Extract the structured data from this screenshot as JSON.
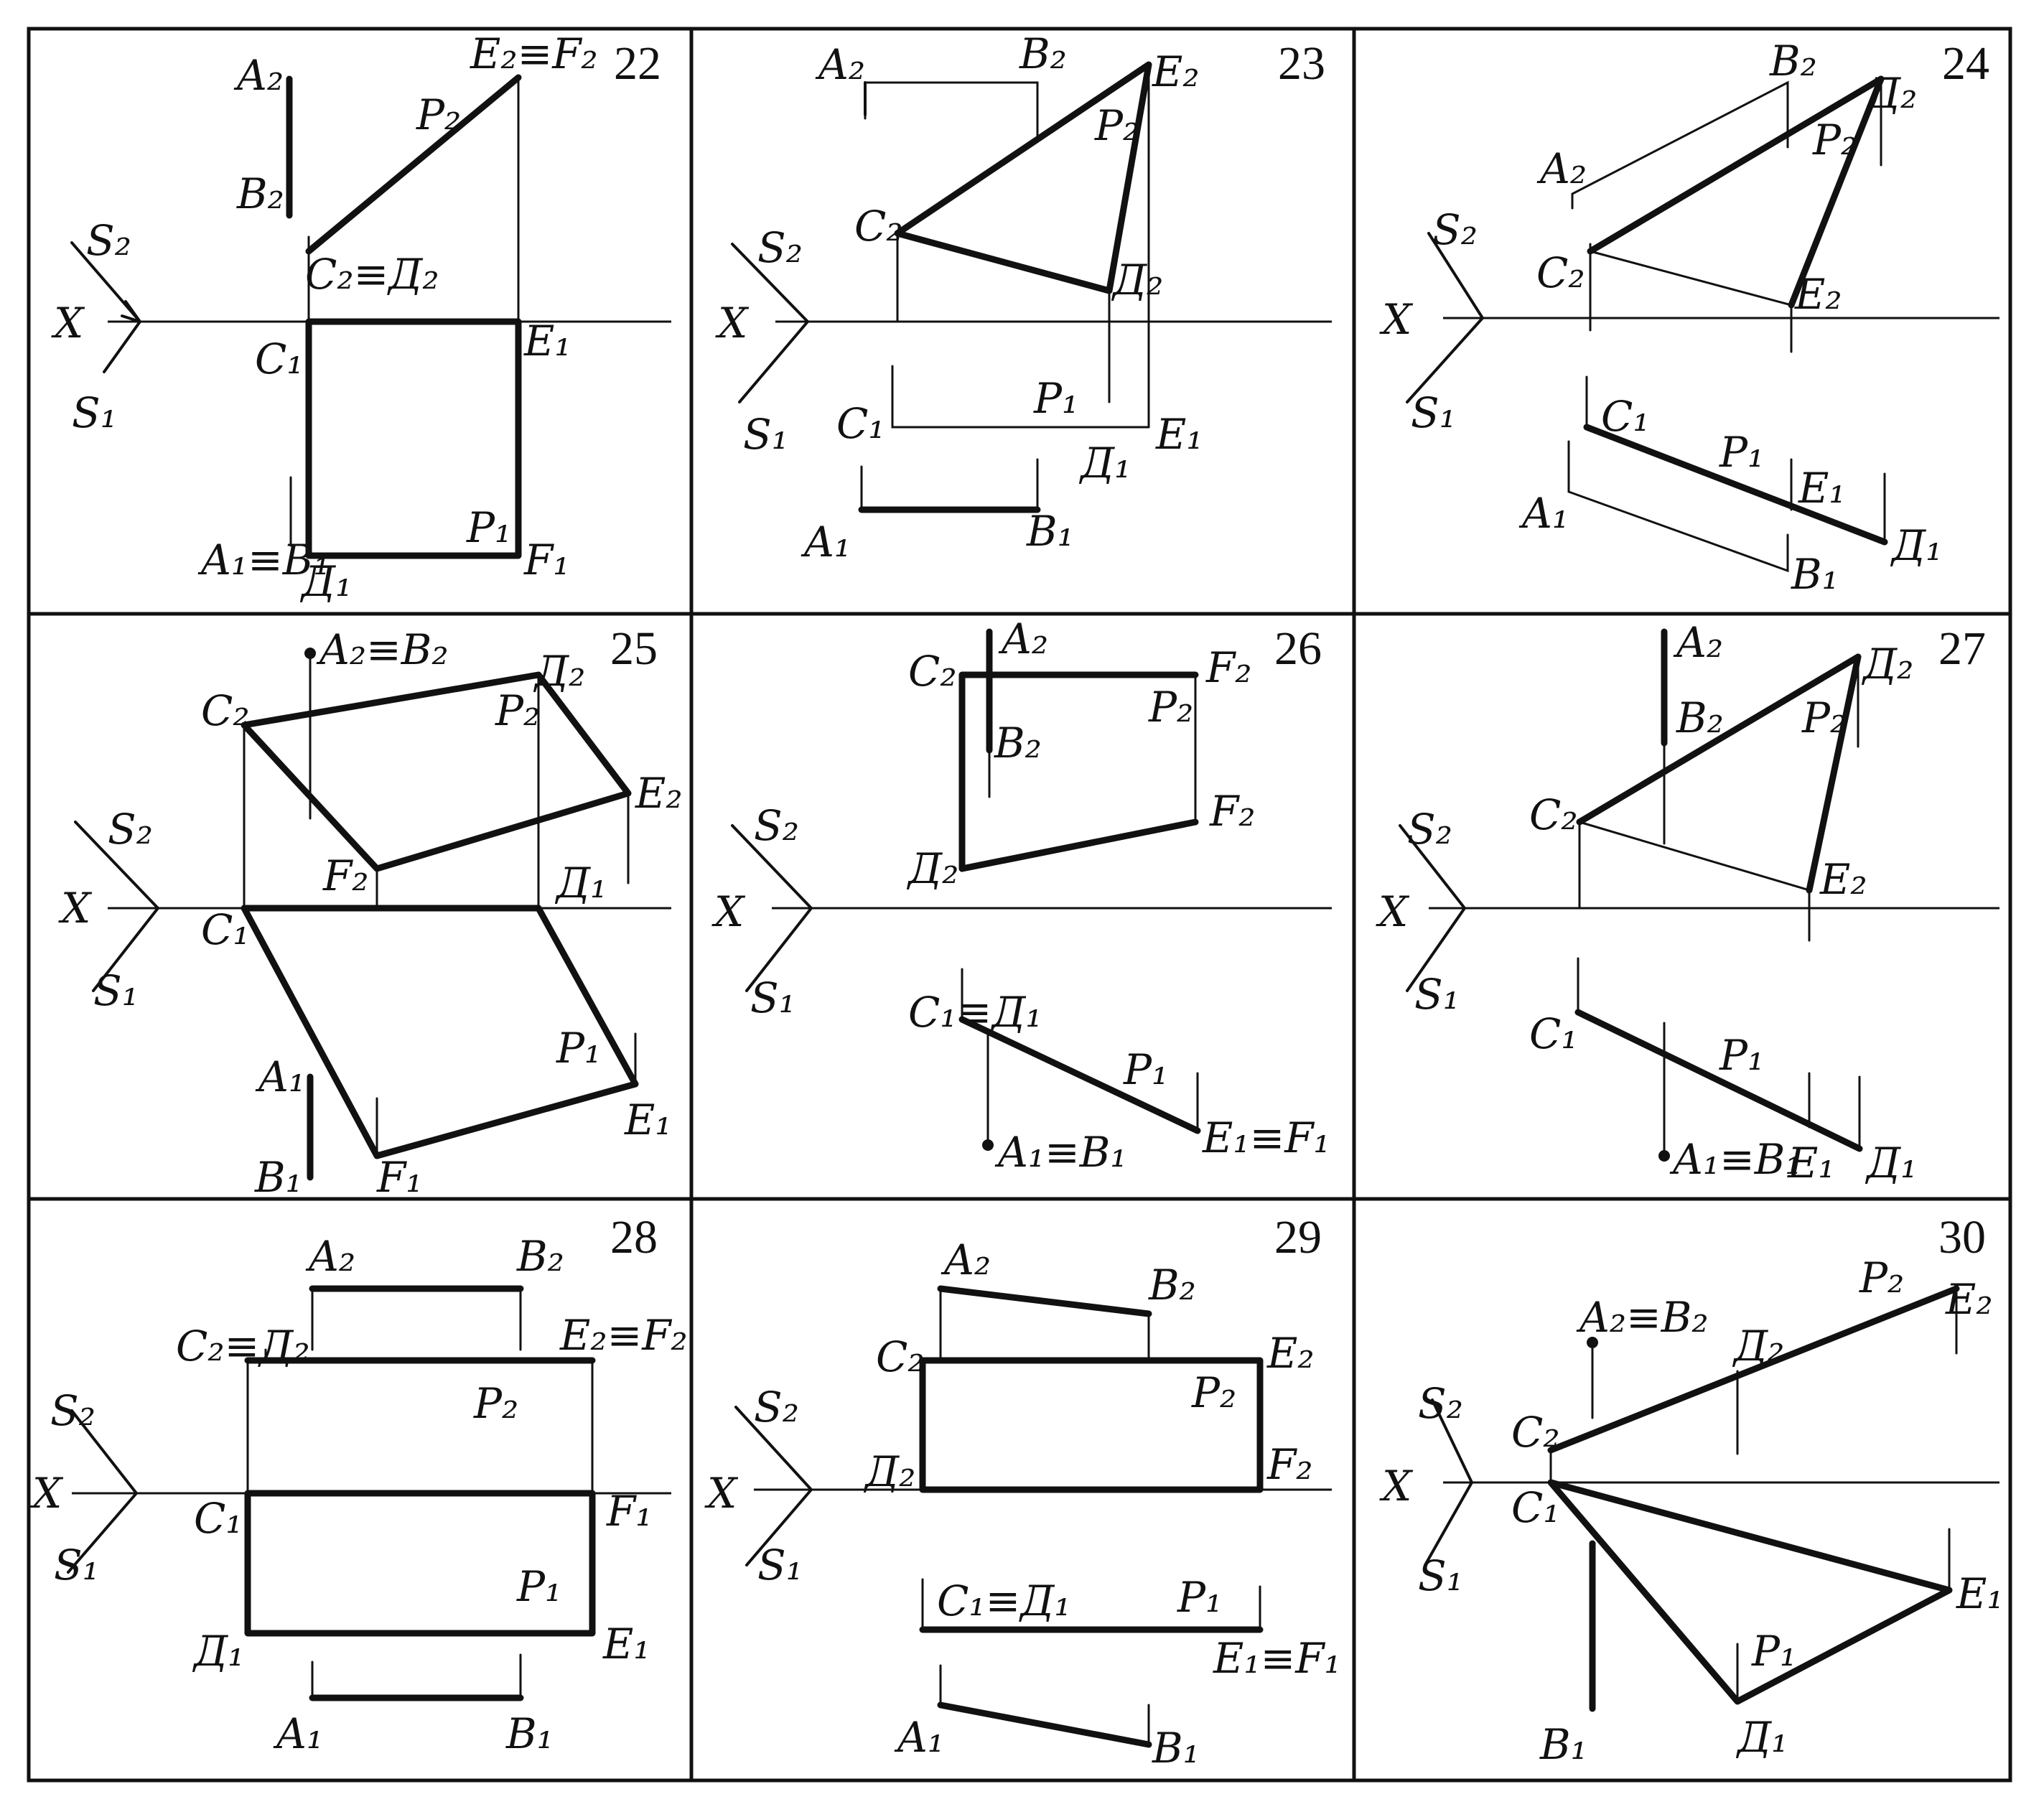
{
  "sheet": {
    "ink_color": "#111111",
    "paper_color": "#ffffff"
  },
  "problems": [
    {
      "number": "22",
      "labels": {
        "A2": "A₂",
        "E2F2": "E₂≡F₂",
        "P2": "P₂",
        "B2": "B₂",
        "S2": "S₂",
        "C2D2": "C₂≡Д₂",
        "X": "X",
        "C1": "C₁",
        "E1": "E₁",
        "S1": "S₁",
        "P1": "P₁",
        "A1B1": "A₁≡B₁",
        "D1": "Д₁",
        "F1": "F₁"
      }
    },
    {
      "number": "23",
      "labels": {
        "A2": "A₂",
        "B2": "B₂",
        "E2": "E₂",
        "P2": "P₂",
        "C2": "C₂",
        "S2": "S₂",
        "D2": "Д₂",
        "X": "X",
        "S1": "S₁",
        "P1": "P₁",
        "C1": "C₁",
        "E1": "E₁",
        "D1": "Д₁",
        "A1": "A₁",
        "B1": "B₁"
      }
    },
    {
      "number": "24",
      "labels": {
        "B2": "B₂",
        "D2": "Д₂",
        "A2": "A₂",
        "P2": "P₂",
        "S2": "S₂",
        "C2": "C₂",
        "E2": "E₂",
        "X": "X",
        "S1": "S₁",
        "C1": "C₁",
        "P1": "P₁",
        "E1": "E₁",
        "A1": "A₁",
        "D1": "Д₁",
        "B1": "B₁"
      }
    },
    {
      "number": "25",
      "labels": {
        "A2B2": "A₂≡B₂",
        "D2": "Д₂",
        "C2": "C₂",
        "P2": "P₂",
        "S2": "S₂",
        "E2": "E₂",
        "F2": "F₂",
        "X": "X",
        "C1": "C₁",
        "D1": "Д₁",
        "S1": "S₁",
        "A1": "A₁",
        "P1": "P₁",
        "E1": "E₁",
        "B1": "B₁",
        "F1": "F₁"
      }
    },
    {
      "number": "26",
      "labels": {
        "A2": "A₂",
        "C2": "C₂",
        "F2top": "F₂",
        "P2": "P₂",
        "B2": "B₂",
        "S2": "S₂",
        "F2": "F₂",
        "D2": "Д₂",
        "X": "X",
        "S1": "S₁",
        "C1D1": "C₁≡Д₁",
        "P1": "P₁",
        "E1F1": "E₁≡F₁",
        "A1B1": "A₁≡B₁"
      }
    },
    {
      "number": "27",
      "labels": {
        "A2": "A₂",
        "D2": "Д₂",
        "B2": "B₂",
        "P2": "P₂",
        "C2": "C₂",
        "S2": "S₂",
        "E2": "E₂",
        "X": "X",
        "S1": "S₁",
        "C1": "C₁",
        "P1": "P₁",
        "A1B1": "A₁≡B₁",
        "E1": "E₁",
        "D1": "Д₁"
      }
    },
    {
      "number": "28",
      "labels": {
        "A2": "A₂",
        "B2": "B₂",
        "C2D2": "C₂≡Д₂",
        "E2F2": "E₂≡F₂",
        "P2": "P₂",
        "S2": "S₂",
        "X": "X",
        "S1": "S₁",
        "C1": "C₁",
        "F1": "F₁",
        "P1": "P₁",
        "D1": "Д₁",
        "E1": "E₁",
        "A1": "A₁",
        "B1": "B₁"
      }
    },
    {
      "number": "29",
      "labels": {
        "A2": "A₂",
        "B2": "B₂",
        "C2": "C₂",
        "E2": "E₂",
        "P2": "P₂",
        "S2": "S₂",
        "D2": "Д₂",
        "F2": "F₂",
        "X": "X",
        "S1": "S₁",
        "C1D1": "C₁≡Д₁",
        "P1": "P₁",
        "E1F1": "E₁≡F₁",
        "A1": "A₁",
        "B1": "B₁"
      }
    },
    {
      "number": "30",
      "labels": {
        "A2B2": "A₂≡B₂",
        "P2": "P₂",
        "E2": "E₂",
        "D2": "Д₂",
        "S2": "S₂",
        "C2": "C₂",
        "X": "X",
        "C1": "C₁",
        "S1": "S₁",
        "E1": "E₁",
        "P1": "P₁",
        "B1": "B₁",
        "D1": "Д₁"
      }
    }
  ]
}
